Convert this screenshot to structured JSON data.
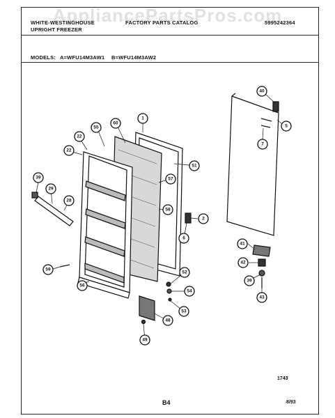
{
  "watermark": "AppliancePartsPros.com",
  "header": {
    "brand_line1": "WHITE-WESTINGHOUSE",
    "brand_line2": "UPRIGHT FREEZER",
    "catalog": "FACTORY PARTS CATALOG",
    "catalog_number": "5995242364",
    "models_label": "MODELS:",
    "model_a": "A=WFU14M3AW1",
    "model_b": "B=WFU14M3AW2"
  },
  "diagram": {
    "callouts": [
      "40",
      "5",
      "7",
      "1",
      "60",
      "55",
      "22",
      "22",
      "51",
      "57",
      "39",
      "29",
      "28",
      "2",
      "6",
      "58",
      "41",
      "42",
      "39",
      "43",
      "59",
      "56",
      "52",
      "54",
      "53",
      "48",
      "49"
    ],
    "figure_number": "1743",
    "page_number": "B4",
    "date": "8/93"
  },
  "colors": {
    "ink": "#111111",
    "paper": "#ffffff"
  }
}
